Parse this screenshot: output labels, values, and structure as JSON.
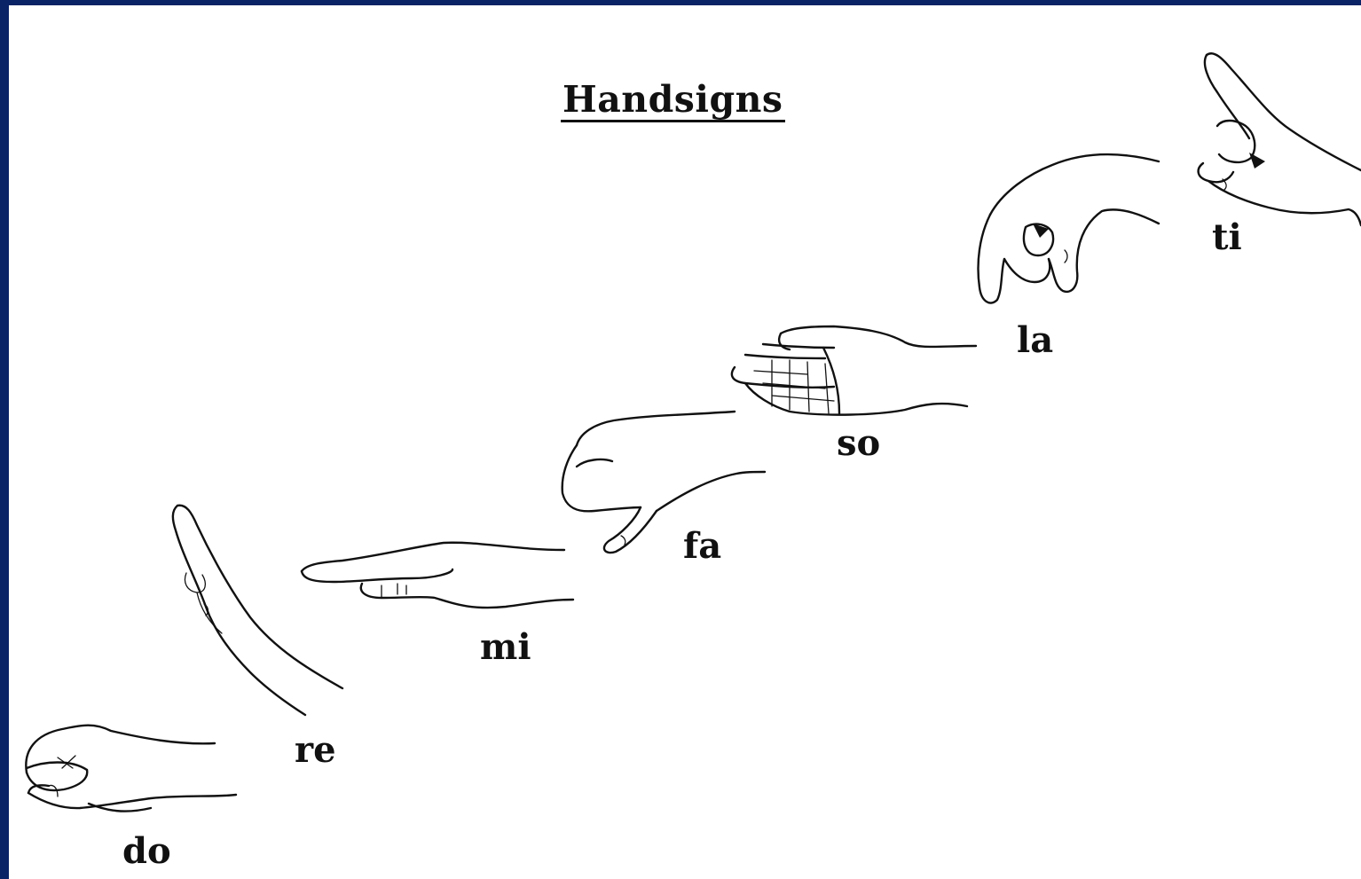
{
  "title": "Handsigns",
  "syllables": {
    "do": "do",
    "re": "re",
    "mi": "mi",
    "fa": "fa",
    "so": "so",
    "la": "la",
    "ti": "ti"
  },
  "colors": {
    "frame": "#0a2266",
    "background": "#ffffff",
    "ink": "#111111"
  }
}
